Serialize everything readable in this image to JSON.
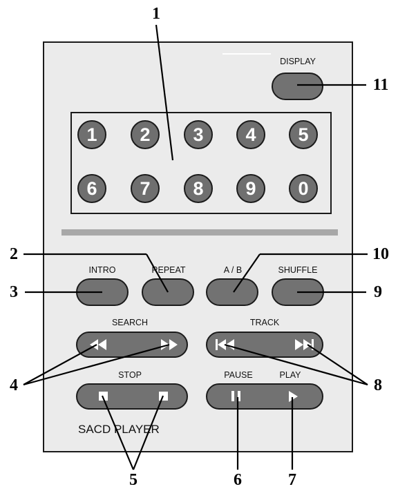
{
  "keypad": {
    "digits": [
      "1",
      "2",
      "3",
      "4",
      "5",
      "6",
      "7",
      "8",
      "9",
      "0"
    ]
  },
  "buttons": {
    "display": "DISPLAY",
    "intro": "INTRO",
    "repeat": "REPEAT",
    "ab": "A / B",
    "shuffle": "SHUFFLE",
    "search": "SEARCH",
    "track": "TRACK",
    "stop": "STOP",
    "pause": "PAUSE",
    "play": "PLAY"
  },
  "brand": "SACD PLAYER",
  "callouts": [
    "1",
    "2",
    "3",
    "4",
    "5",
    "6",
    "7",
    "8",
    "9",
    "10",
    "11"
  ],
  "colors": {
    "button_fill": "#727272",
    "panel_fill": "#ebebeb",
    "outline": "#1a1a1a"
  }
}
